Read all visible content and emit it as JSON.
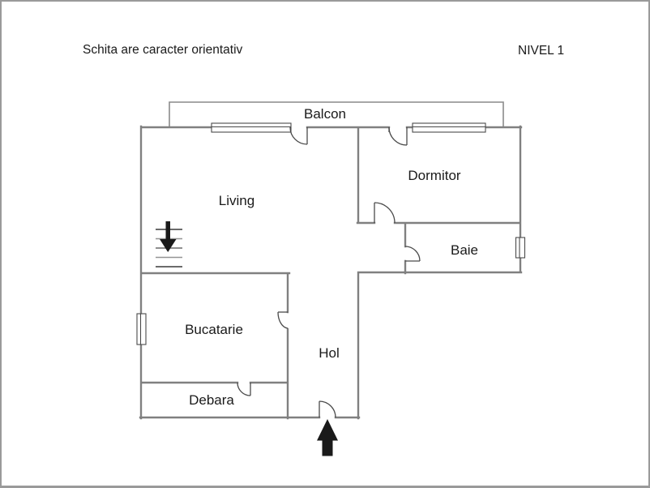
{
  "header": {
    "disclaimer": "Schita are caracter orientativ",
    "level_label": "NIVEL 1"
  },
  "rooms": {
    "balcon": "Balcon",
    "living": "Living",
    "dormitor": "Dormitor",
    "baie": "Baie",
    "bucatarie": "Bucatarie",
    "hol": "Hol",
    "debara": "Debara"
  },
  "symbols": {
    "stairs": "stairs-down-arrow",
    "entrance": "entrance-arrow-up"
  },
  "colors": {
    "wall": "#808080",
    "detail": "#4a4a4a",
    "arrow": "#1a1a1a",
    "text": "#1a1a1a",
    "frame": "#9a9a9a"
  }
}
